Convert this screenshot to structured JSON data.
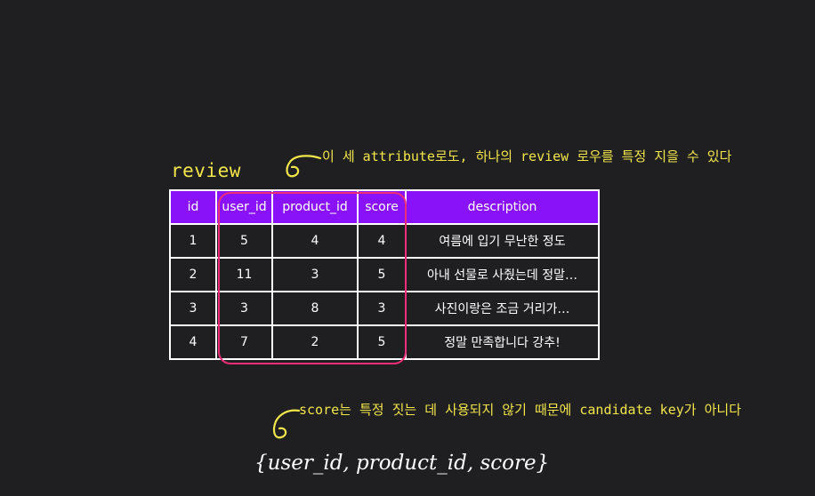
{
  "table": {
    "title": "review",
    "headers": [
      "id",
      "user_id",
      "product_id",
      "score",
      "description"
    ],
    "rows": [
      [
        "1",
        "5",
        "4",
        "4",
        "여름에 입기 무난한 정도"
      ],
      [
        "2",
        "11",
        "3",
        "5",
        "아내 선물로 사줬는데 정말…"
      ],
      [
        "3",
        "3",
        "8",
        "3",
        "사진이랑은 조금 거리가…"
      ],
      [
        "4",
        "7",
        "2",
        "5",
        "정말 만족합니다 강추!"
      ]
    ]
  },
  "annotations": {
    "top_note": "이 세 attribute로도, 하나의 review 로우를 특정 지을 수 있다",
    "bottom_note": "score는 특정 짓는 데 사용되지 않기 때문에 candidate key가 아니다"
  },
  "formula": "{user_id, product_id, score}",
  "colors": {
    "background": "#1f1f22",
    "header": "#8a12f8",
    "highlight": "#ec2e78",
    "annotation": "#f2e64a",
    "text": "#ffffff"
  }
}
